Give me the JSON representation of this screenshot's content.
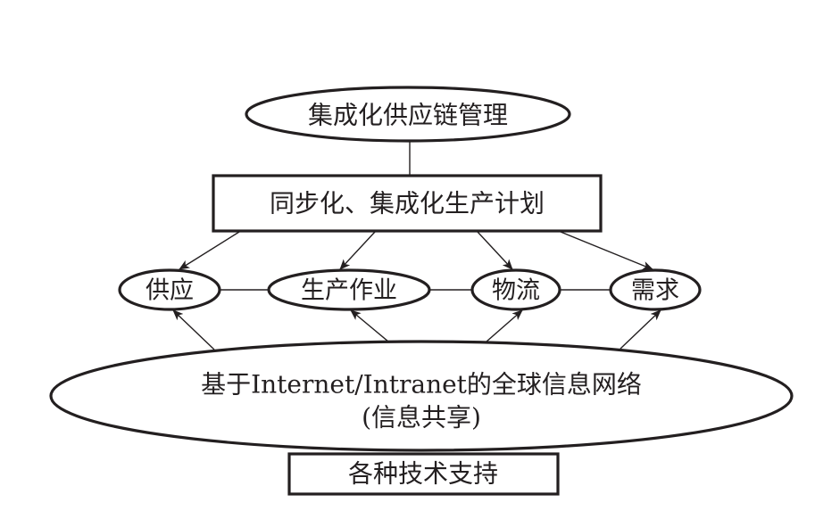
{
  "diagram": {
    "title": "集成化供应链管理",
    "nodes": {
      "top": {
        "id": "integrated-scm",
        "label": "集成化供应链管理",
        "shape": "ellipse"
      },
      "plan": {
        "id": "production-plan",
        "label": "同步化、集成化生产计划",
        "shape": "rectangle"
      },
      "supply": {
        "id": "supply",
        "label": "供应",
        "shape": "ellipse"
      },
      "production": {
        "id": "production-ops",
        "label": "生产作业",
        "shape": "ellipse"
      },
      "logistics": {
        "id": "logistics",
        "label": "物流",
        "shape": "ellipse"
      },
      "demand": {
        "id": "demand",
        "label": "需求",
        "shape": "ellipse"
      },
      "network": {
        "id": "info-network",
        "label_line1": "基于Internet/Intranet的全球信息网络",
        "label_line2": "(信息共享)",
        "shape": "ellipse"
      },
      "tech": {
        "id": "tech-support",
        "label": "各种技术支持",
        "shape": "rectangle"
      }
    },
    "edges": [
      {
        "from": "integrated-scm",
        "to": "production-plan",
        "type": "line"
      },
      {
        "from": "production-plan",
        "to": "supply",
        "type": "arrow"
      },
      {
        "from": "production-plan",
        "to": "production-ops",
        "type": "arrow"
      },
      {
        "from": "production-plan",
        "to": "logistics",
        "type": "arrow"
      },
      {
        "from": "production-plan",
        "to": "demand",
        "type": "arrow"
      },
      {
        "from": "supply",
        "to": "production-ops",
        "type": "line"
      },
      {
        "from": "production-ops",
        "to": "logistics",
        "type": "line"
      },
      {
        "from": "logistics",
        "to": "demand",
        "type": "line"
      },
      {
        "from": "info-network",
        "to": "supply",
        "type": "arrow"
      },
      {
        "from": "info-network",
        "to": "production-ops",
        "type": "arrow"
      },
      {
        "from": "info-network",
        "to": "logistics",
        "type": "arrow"
      },
      {
        "from": "info-network",
        "to": "demand",
        "type": "arrow"
      }
    ],
    "colors": {
      "stroke": "#231f20",
      "background": "#ffffff"
    }
  }
}
